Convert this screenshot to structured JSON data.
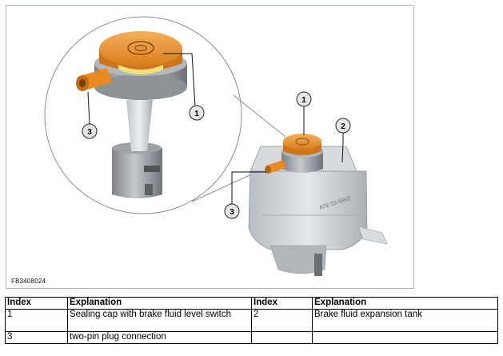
{
  "figure": {
    "id_label": "FB3408024",
    "callouts": {
      "detail_1": "1",
      "detail_3": "3",
      "main_1": "1",
      "main_2": "2",
      "main_3": "3"
    }
  },
  "colors": {
    "cap_orange": "#e8963a",
    "plug_orange": "#e88a20",
    "tank_grey": "#c9ced3",
    "frame_blue": "#9ab8d4"
  },
  "table": {
    "headers": [
      "Index",
      "Explanation",
      "Index",
      "Explanation"
    ],
    "rows": [
      {
        "index_a": "1",
        "explanation_a": "Sealing cap with brake fluid level switch",
        "index_b": "2",
        "explanation_b": "Brake fluid expansion tank"
      },
      {
        "index_a": "3",
        "explanation_a": "two-pin plug connection",
        "index_b": "",
        "explanation_b": ""
      }
    ]
  }
}
